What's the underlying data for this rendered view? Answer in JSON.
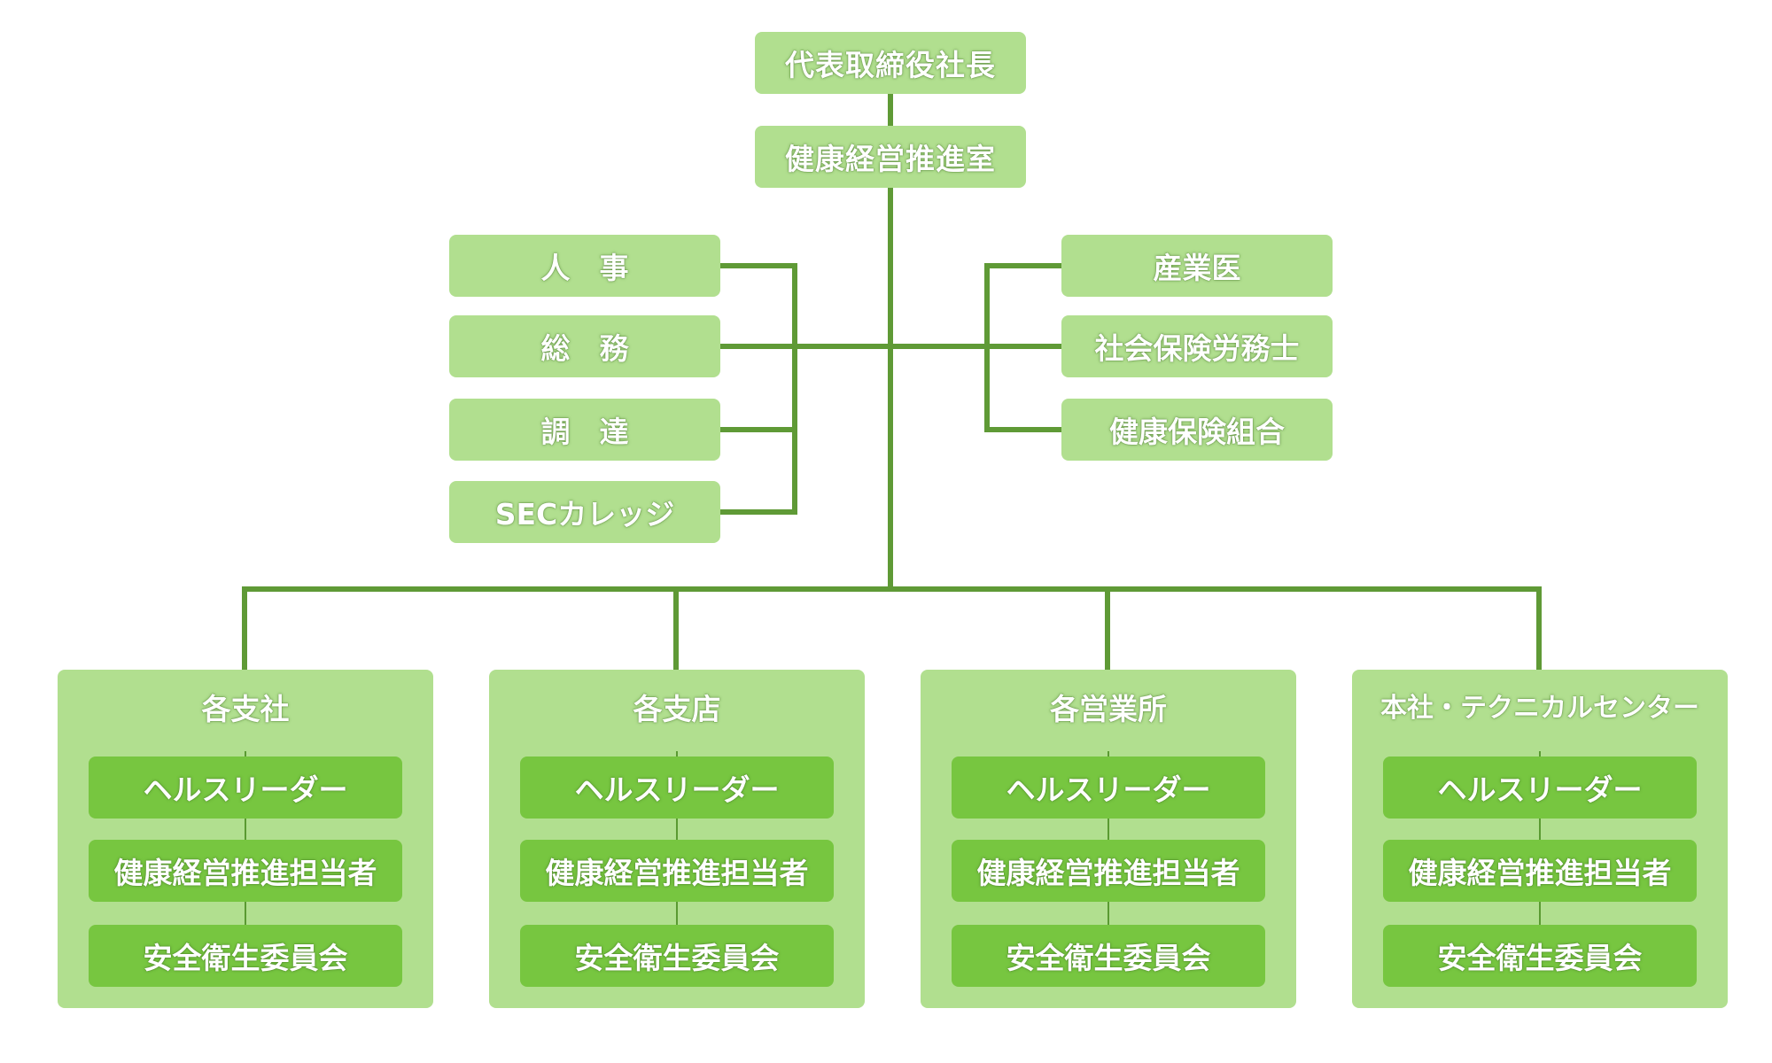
{
  "colors": {
    "line": "#5f9a36",
    "box_light": "#b1df8f",
    "box_dark": "#77c640",
    "text": "#ffffff"
  },
  "top_nodes": [
    "代表取締役社長",
    "健康経営推進室"
  ],
  "left_nodes": [
    "人　事",
    "総　務",
    "調　達",
    "SECカレッジ"
  ],
  "right_nodes": [
    "産業医",
    "社会保険労務士",
    "健康保険組合"
  ],
  "groups": [
    {
      "title": "各支社",
      "roles": [
        "ヘルスリーダー",
        "健康経営推進担当者",
        "安全衛生委員会"
      ]
    },
    {
      "title": "各支店",
      "roles": [
        "ヘルスリーダー",
        "健康経営推進担当者",
        "安全衛生委員会"
      ]
    },
    {
      "title": "各営業所",
      "roles": [
        "ヘルスリーダー",
        "健康経営推進担当者",
        "安全衛生委員会"
      ]
    },
    {
      "title": "本社・テクニカルセンター",
      "roles": [
        "ヘルスリーダー",
        "健康経営推進担当者",
        "安全衛生委員会"
      ]
    }
  ]
}
